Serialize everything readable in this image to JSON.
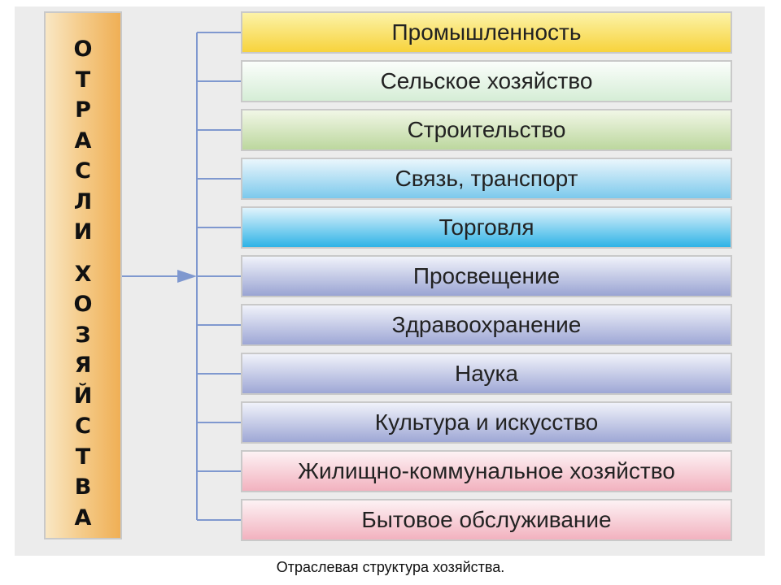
{
  "diagram": {
    "root_label_lines": [
      "ОТРАСЛИ",
      "ХОЗЯЙСТВА"
    ],
    "branches": [
      {
        "label": "Промышленность",
        "top": "#fcf3a8",
        "bottom": "#f7d33c"
      },
      {
        "label": "Сельское хозяйство",
        "top": "#fbfefb",
        "bottom": "#d5edd6"
      },
      {
        "label": "Строительство",
        "top": "#f1f7e6",
        "bottom": "#bcd79e"
      },
      {
        "label": "Связь, транспорт",
        "top": "#eaf6fc",
        "bottom": "#7cc9ec"
      },
      {
        "label": "Торговля",
        "top": "#e0f3fc",
        "bottom": "#2fb3e6"
      },
      {
        "label": "Просвещение",
        "top": "#f0f2fa",
        "bottom": "#9aa4d3"
      },
      {
        "label": "Здравоохранение",
        "top": "#f0f2fa",
        "bottom": "#9ea7d5"
      },
      {
        "label": "Наука",
        "top": "#f0f2fa",
        "bottom": "#9ea7d5"
      },
      {
        "label": "Культура и искусство",
        "top": "#f0f2fa",
        "bottom": "#9ea7d5"
      },
      {
        "label": "Жилищно-коммунальное хозяйство",
        "top": "#fdf2f4",
        "bottom": "#f2b2bf"
      },
      {
        "label": "Бытовое обслуживание",
        "top": "#fdf2f4",
        "bottom": "#f2b2bf"
      }
    ],
    "connector_color": "#7f98cf"
  },
  "caption": "Отраслевая структура хозяйства."
}
